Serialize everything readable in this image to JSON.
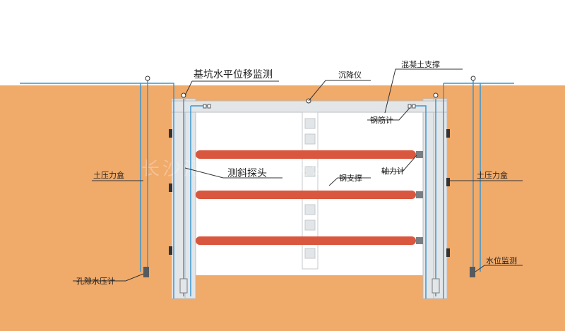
{
  "colors": {
    "soil": "#f0aa6a",
    "pit_interior": "#ffffff",
    "wall": "#e3e6e8",
    "wall_edge": "#b9bfc3",
    "steel_strut": "#d9573f",
    "strut_end": "#7a7e82",
    "pipe": "#3a96d0",
    "leader": "#333333"
  },
  "labels": {
    "horizontal_monitor": "基坑水平位移监测",
    "settlement_gauge": "沉降仪",
    "concrete_strut": "混凝土支撑",
    "rebar_meter": "钢筋计",
    "axial_force_meter": "轴力计",
    "steel_strut": "钢支撑",
    "inclinometer_probe": "测斜探头",
    "earth_pressure_left": "土压力盒",
    "earth_pressure_right": "土压力盒",
    "pore_pressure": "孔隙水压计",
    "water_level": "水位监测"
  },
  "watermark": "长沙测力仪器有限公司",
  "icons": [
    "monitoring-point-icon",
    "pressure-cell-icon",
    "strut-end-cap-icon"
  ]
}
